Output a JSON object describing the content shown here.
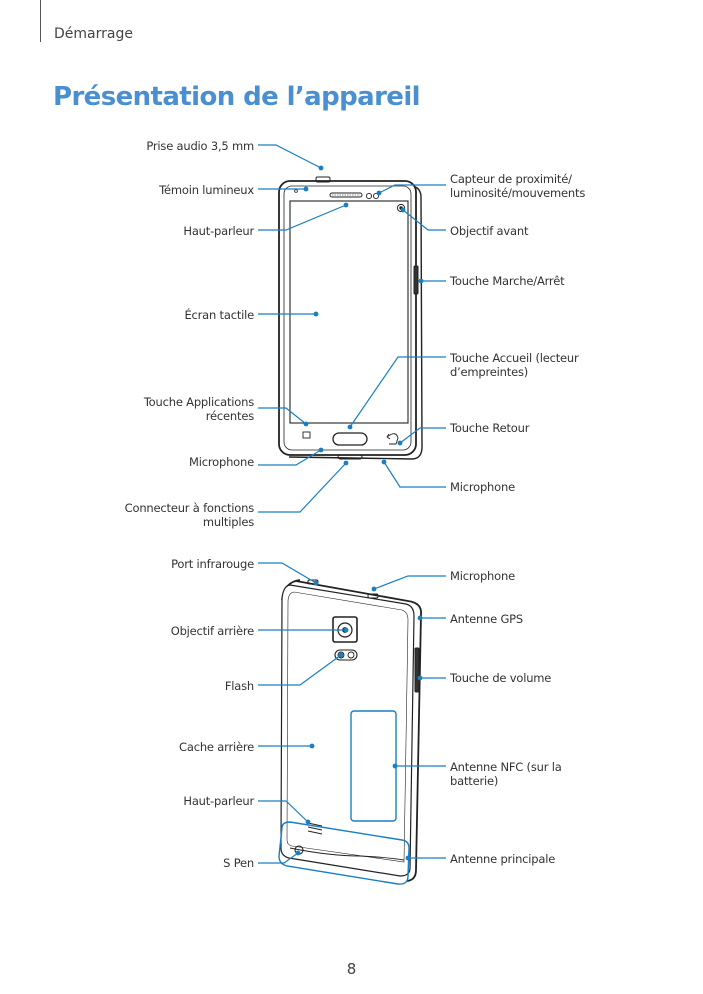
{
  "header": {
    "section": "Démarrage"
  },
  "page_title": "Présentation de l’appareil",
  "front": {
    "left_labels": [
      [
        "Prise audio 3,5 mm"
      ],
      [
        "Témoin lumineux"
      ],
      [
        "Haut-parleur"
      ],
      [
        "Écran tactile"
      ],
      [
        "Touche Applications",
        "récentes"
      ],
      [
        "Microphone"
      ],
      [
        "Connecteur à fonctions",
        "multiples"
      ]
    ],
    "right_labels": [
      [
        "Capteur de proximité/",
        "luminosité/mouvements"
      ],
      [
        "Objectif avant"
      ],
      [
        "Touche Marche/Arrêt"
      ],
      [
        "Touche Accueil (lecteur",
        "d’empreintes)"
      ],
      [
        "Touche Retour"
      ],
      [
        "Microphone"
      ]
    ]
  },
  "back": {
    "left_labels": [
      [
        "Port infrarouge"
      ],
      [
        "Objectif arrière"
      ],
      [
        "Flash"
      ],
      [
        "Cache arrière"
      ],
      [
        "Haut-parleur"
      ],
      [
        "S Pen"
      ]
    ],
    "right_labels": [
      [
        "Microphone"
      ],
      [
        "Antenne GPS"
      ],
      [
        "Touche de volume"
      ],
      [
        "Antenne NFC (sur la",
        "batterie)"
      ],
      [
        "Antenne principale"
      ]
    ]
  },
  "page_number": "8",
  "colors": {
    "title": "#4a8fd0",
    "callout": "#1a7fc0",
    "text": "#333333"
  }
}
